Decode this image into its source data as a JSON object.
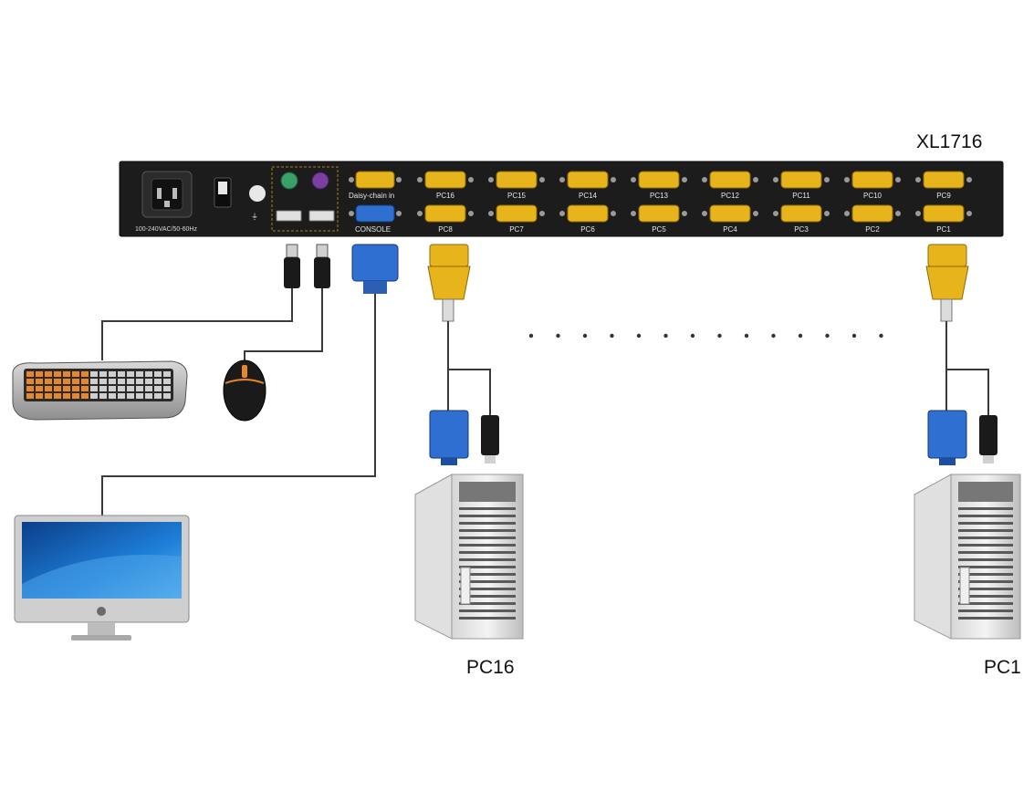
{
  "device": {
    "model": "XL1716",
    "power_rating": "100-240VAC/50-60Hz",
    "daisy_chain_label": "Daisy-chain in",
    "console_label": "CONSOLE",
    "ports_top": [
      "PC16",
      "PC15",
      "PC14",
      "PC13",
      "PC12",
      "PC11",
      "PC10",
      "PC9"
    ],
    "ports_bottom": [
      "PC8",
      "PC7",
      "PC6",
      "PC5",
      "PC4",
      "PC3",
      "PC2",
      "PC1"
    ]
  },
  "computers": [
    {
      "label": "PC16"
    },
    {
      "label": "PC1"
    }
  ],
  "console_devices": [
    "keyboard-icon",
    "mouse-icon",
    "monitor-icon"
  ],
  "colors": {
    "device_body": "#1c1c1c",
    "vga_port": "#e8b41c",
    "console_port": "#2f6fd1",
    "ps2_keyboard": "#7a3fa0",
    "ps2_mouse": "#3aa06a",
    "cable": "#3a3a3a"
  }
}
